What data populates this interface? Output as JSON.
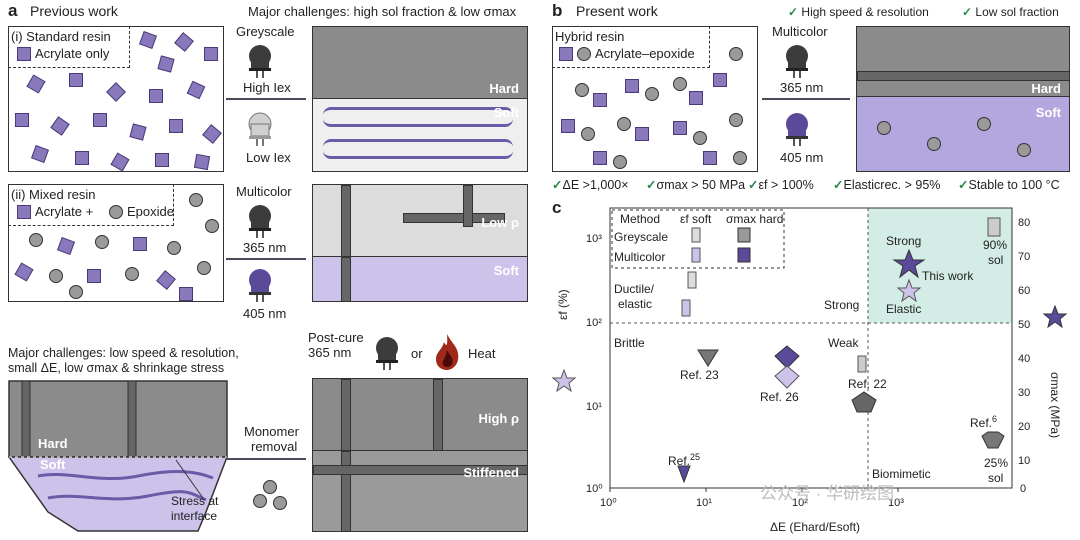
{
  "panel_a": {
    "letter": "a",
    "title": "Previous work",
    "challenge_top": "Major challenges: high sol fraction & low σmax",
    "resin_i_title": "(i) Standard resin",
    "resin_i_legend": "Acrylate only",
    "resin_ii_title": "(ii) Mixed resin",
    "resin_ii_legend_a": "Acrylate +",
    "resin_ii_legend_b": "Epoxide",
    "greyscale": "Greyscale",
    "high_iex": "High Iex",
    "low_iex": "Low Iex",
    "multicolor": "Multicolor",
    "nm365": "365 nm",
    "nm405": "405 nm",
    "hard": "Hard",
    "soft": "Soft",
    "low_rho": "Low ρ",
    "soft2": "Soft",
    "postcure": "Post-cure",
    "postcure_nm": "365 nm",
    "or": "or",
    "heat": "Heat",
    "challenge_bottom_1": "Major challenges: low speed & resolution,",
    "challenge_bottom_2": "small ΔE, low σmax & shrinkage stress",
    "monomer_1": "Monomer",
    "monomer_2": "removal",
    "hard3": "Hard",
    "soft3": "Soft",
    "stress_1": "Stress at",
    "stress_2": "interface",
    "high_rho": "High ρ",
    "stiffened": "Stiffened"
  },
  "panel_b": {
    "letter": "b",
    "title": "Present work",
    "check1": "High speed & resolution",
    "check2": "Low sol fraction",
    "hybrid_title": "Hybrid resin",
    "hybrid_legend": "Acrylate–epoxide",
    "multicolor": "Multicolor",
    "nm365": "365 nm",
    "nm405": "405 nm",
    "hard": "Hard",
    "soft": "Soft",
    "metrics": [
      "ΔE >1,000×",
      "σmax > 50 MPa",
      "εf > 100%",
      "Elasticrec. > 95%",
      "Stable to 100 °C"
    ]
  },
  "panel_c": {
    "letter": "c",
    "legend_method": "Method",
    "legend_eps": "εf soft",
    "legend_sigma": "σmax hard",
    "legend_greyscale": "Greyscale",
    "legend_multicolor": "Multicolor",
    "ylabel_left": "εf (%)",
    "ylabel_right": "σmax (MPa)",
    "xlabel": "ΔE (Ehard/Esoft)",
    "xticks": [
      "10⁰",
      "10¹",
      "10²",
      "10³"
    ],
    "yticks_left": [
      "10⁰",
      "10¹",
      "10²",
      "10³"
    ],
    "yticks_right": [
      "0",
      "10",
      "20",
      "30",
      "40",
      "50",
      "60",
      "70",
      "80"
    ],
    "annotations": {
      "strong": "Strong",
      "this_work": "This work",
      "elastic": "Elastic",
      "sol90_a": "90%",
      "sol90_b": "sol",
      "ductile_a": "Ductile/",
      "ductile_b": "elastic",
      "brittle": "Brittle",
      "strong2": "Strong",
      "weak": "Weak",
      "ref23": "Ref. 23",
      "ref26": "Ref. 26",
      "ref22": "Ref. 22",
      "ref6": "Ref.",
      "ref6_sup": "6",
      "ref25": "Ref.",
      "ref25_sup": "25",
      "sol25_a": "25%",
      "sol25_b": "sol",
      "biomimetic": "Biomimetic"
    }
  },
  "watermark": "公众号 · 华研绘图",
  "colors": {
    "purple": "#5b4a9a",
    "lavender": "#cdc3ea",
    "teal": "#d3ece6",
    "grey": "#8b8b8b",
    "check": "#2a8a4a"
  }
}
